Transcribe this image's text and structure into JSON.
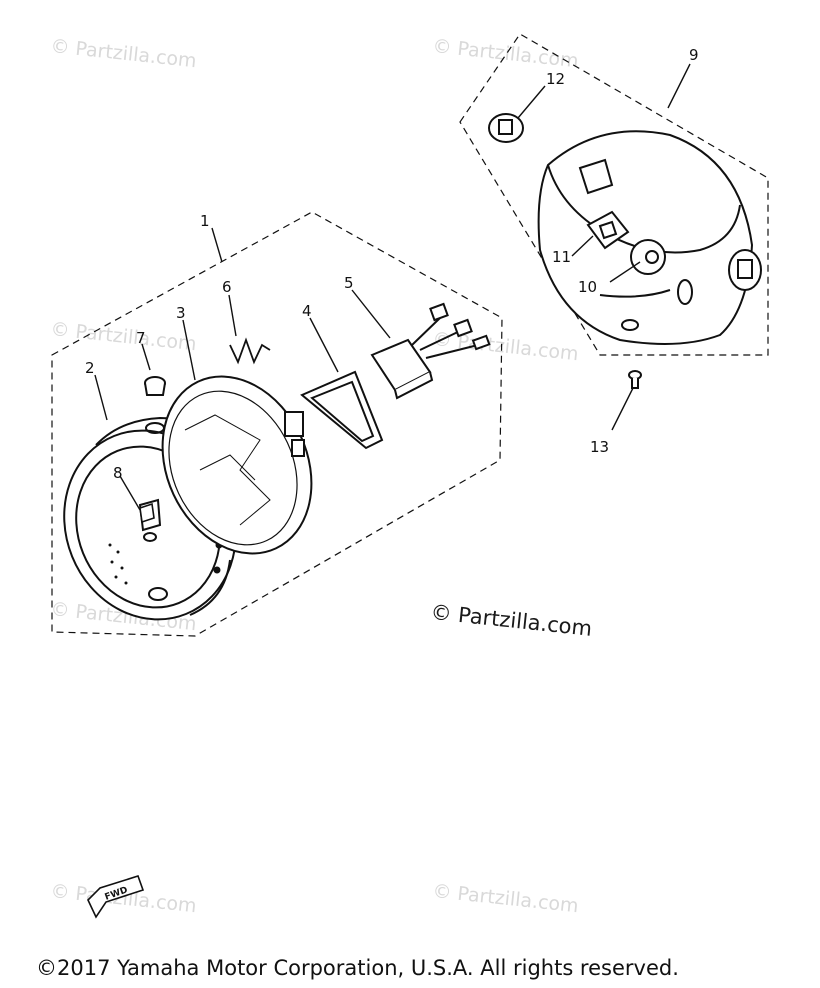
{
  "callouts": [
    "1",
    "2",
    "3",
    "4",
    "5",
    "6",
    "7",
    "8",
    "9",
    "10",
    "11",
    "12",
    "13"
  ],
  "watermark_text": "© Partzilla.com",
  "fwd_label": "FWD",
  "copyright": "©2017 Yamaha Motor Corporation, U.S.A. All rights reserved."
}
